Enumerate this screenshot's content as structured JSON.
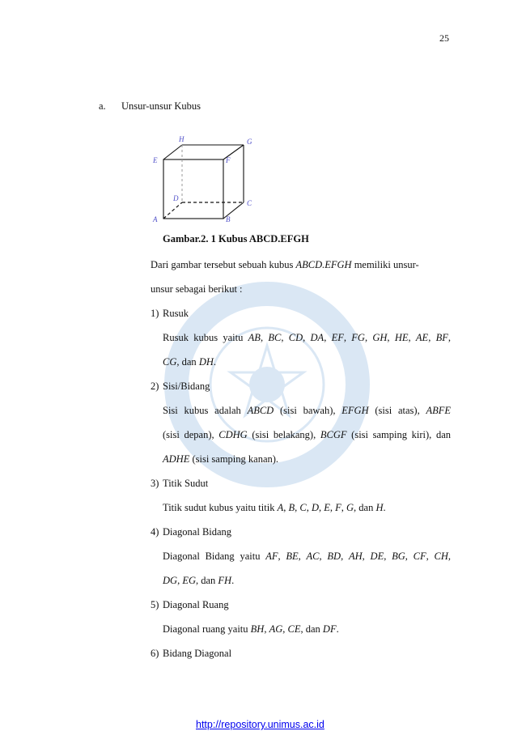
{
  "page": {
    "number": "25",
    "section_marker": "a.",
    "section_title": "Unsur-unsur Kubus",
    "figure": {
      "vertex_labels": [
        "A",
        "B",
        "C",
        "D",
        "E",
        "F",
        "G",
        "H"
      ],
      "caption": "Gambar.2. 1 Kubus ABCD.EFGH"
    },
    "intro": {
      "line1": [
        "Dari gambar tersebut sebuah kubus ",
        "ABCD.EFGH",
        " memiliki unsur-"
      ],
      "line2": "unsur sebagai berikut :"
    },
    "items": [
      {
        "num": "1)",
        "title": "Rusuk",
        "lines": [
          [
            "Rusuk kubus yaitu ",
            "AB",
            ", ",
            "BC",
            ", ",
            "CD",
            ", ",
            "DA",
            ", ",
            "EF",
            ", ",
            "FG",
            ", ",
            "GH",
            ", ",
            "HE",
            ", ",
            "AE",
            ", ",
            "BF",
            ","
          ],
          [
            "CG",
            ", dan ",
            "DH",
            "."
          ]
        ]
      },
      {
        "num": "2)",
        "title": "Sisi/Bidang",
        "lines": [
          [
            "Sisi kubus adalah ",
            "ABCD",
            " (sisi bawah), ",
            "EFGH",
            " (sisi atas), ",
            "ABFE"
          ],
          [
            "(sisi depan), ",
            "CDHG",
            " (sisi belakang), ",
            "BCGF",
            " (sisi samping kiri), dan"
          ],
          [
            "ADHE",
            " (sisi samping kanan)."
          ]
        ]
      },
      {
        "num": "3)",
        "title": "Titik Sudut",
        "lines": [
          [
            "Titik sudut kubus yaitu titik ",
            "A",
            ", ",
            "B",
            ", ",
            "C",
            ", ",
            "D",
            ", ",
            "E",
            ", ",
            "F",
            ", ",
            "G",
            ", dan ",
            "H",
            "."
          ]
        ]
      },
      {
        "num": "4)",
        "title": "Diagonal Bidang",
        "lines": [
          [
            "Diagonal Bidang yaitu ",
            "AF",
            ", ",
            "BE",
            ", ",
            "AC",
            ", ",
            "BD",
            ", ",
            "AH",
            ", ",
            "DE",
            ", ",
            "BG",
            ", ",
            "CF",
            ", ",
            "CH",
            ","
          ],
          [
            "DG",
            ", ",
            "EG",
            ", dan ",
            "FH",
            "."
          ]
        ]
      },
      {
        "num": "5)",
        "title": "Diagonal Ruang",
        "lines": [
          [
            "Diagonal ruang yaitu ",
            "BH",
            ", ",
            "AG",
            ", ",
            "CE",
            ", dan ",
            "DF",
            "."
          ]
        ]
      },
      {
        "num": "6)",
        "title": "Bidang Diagonal",
        "lines": []
      }
    ],
    "footer_link": "http://repository.unimus.ac.id",
    "colors": {
      "link": "#0000ee",
      "watermark": "#1f6fc0",
      "cube_label": "#5050c8"
    }
  }
}
